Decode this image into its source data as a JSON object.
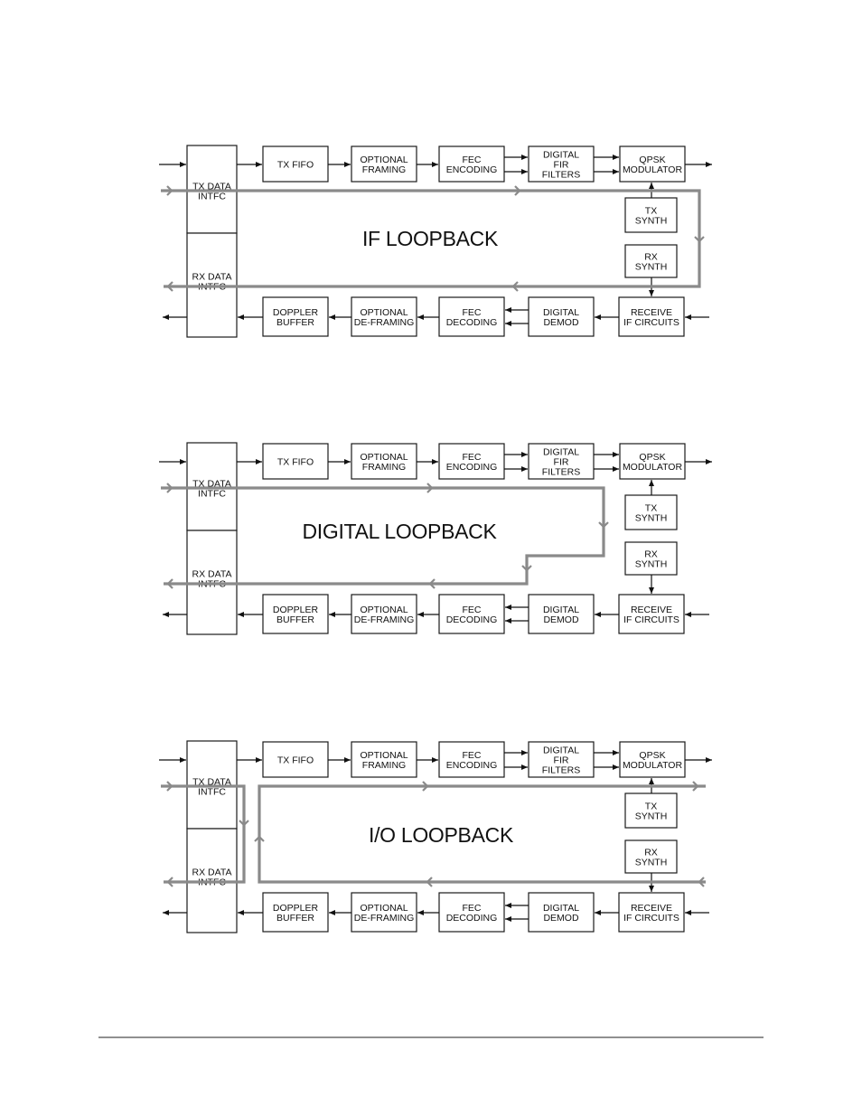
{
  "diagrams": [
    {
      "title": "IF LOOPBACK",
      "blocks": {
        "tx_data_intfc": [
          "TX DATA",
          "INTFC"
        ],
        "rx_data_intfc": [
          "RX DATA",
          "INTFC"
        ],
        "tx_fifo": [
          "TX FIFO"
        ],
        "optional_framing": [
          "OPTIONAL",
          "FRAMING"
        ],
        "fec_encoding": [
          "FEC",
          "ENCODING"
        ],
        "digital_fir_filters": [
          "DIGITAL",
          "FIR",
          "FILTERS"
        ],
        "qpsk_modulator": [
          "QPSK",
          "MODULATOR"
        ],
        "tx_synth": [
          "TX",
          "SYNTH"
        ],
        "rx_synth": [
          "RX",
          "SYNTH"
        ],
        "doppler_buffer": [
          "DOPPLER",
          "BUFFER"
        ],
        "optional_deframing": [
          "OPTIONAL",
          "DE-FRAMING"
        ],
        "fec_decoding": [
          "FEC",
          "DECODING"
        ],
        "digital_demod": [
          "DIGITAL",
          "DEMOD"
        ],
        "receive_if_circuits": [
          "RECEIVE",
          "IF CIRCUITS"
        ]
      }
    },
    {
      "title": "DIGITAL LOOPBACK",
      "blocks": {
        "tx_data_intfc": [
          "TX DATA",
          "INTFC"
        ],
        "rx_data_intfc": [
          "RX DATA",
          "INTFC"
        ],
        "tx_fifo": [
          "TX FIFO"
        ],
        "optional_framing": [
          "OPTIONAL",
          "FRAMING"
        ],
        "fec_encoding": [
          "FEC",
          "ENCODING"
        ],
        "digital_fir_filters": [
          "DIGITAL",
          "FIR",
          "FILTERS"
        ],
        "qpsk_modulator": [
          "QPSK",
          "MODULATOR"
        ],
        "tx_synth": [
          "TX",
          "SYNTH"
        ],
        "rx_synth": [
          "RX",
          "SYNTH"
        ],
        "doppler_buffer": [
          "DOPPLER",
          "BUFFER"
        ],
        "optional_deframing": [
          "OPTIONAL",
          "DE-FRAMING"
        ],
        "fec_decoding": [
          "FEC",
          "DECODING"
        ],
        "digital_demod": [
          "DIGITAL",
          "DEMOD"
        ],
        "receive_if_circuits": [
          "RECEIVE",
          "IF CIRCUITS"
        ]
      }
    },
    {
      "title": "I/O LOOPBACK",
      "blocks": {
        "tx_data_intfc": [
          "TX DATA",
          "INTFC"
        ],
        "rx_data_intfc": [
          "RX DATA",
          "INTFC"
        ],
        "tx_fifo": [
          "TX FIFO"
        ],
        "optional_framing": [
          "OPTIONAL",
          "FRAMING"
        ],
        "fec_encoding": [
          "FEC",
          "ENCODING"
        ],
        "digital_fir_filters": [
          "DIGITAL",
          "FIR",
          "FILTERS"
        ],
        "qpsk_modulator": [
          "QPSK",
          "MODULATOR"
        ],
        "tx_synth": [
          "TX",
          "SYNTH"
        ],
        "rx_synth": [
          "RX",
          "SYNTH"
        ],
        "doppler_buffer": [
          "DOPPLER",
          "BUFFER"
        ],
        "optional_deframing": [
          "OPTIONAL",
          "DE-FRAMING"
        ],
        "fec_decoding": [
          "FEC",
          "DECODING"
        ],
        "digital_demod": [
          "DIGITAL",
          "DEMOD"
        ],
        "receive_if_circuits": [
          "RECEIVE",
          "IF CIRCUITS"
        ]
      }
    }
  ],
  "colors": {
    "block_stroke": "#1a1a1a",
    "signal_line": "#111111",
    "loopback_path": "#8a8a8a",
    "background": "#ffffff"
  }
}
